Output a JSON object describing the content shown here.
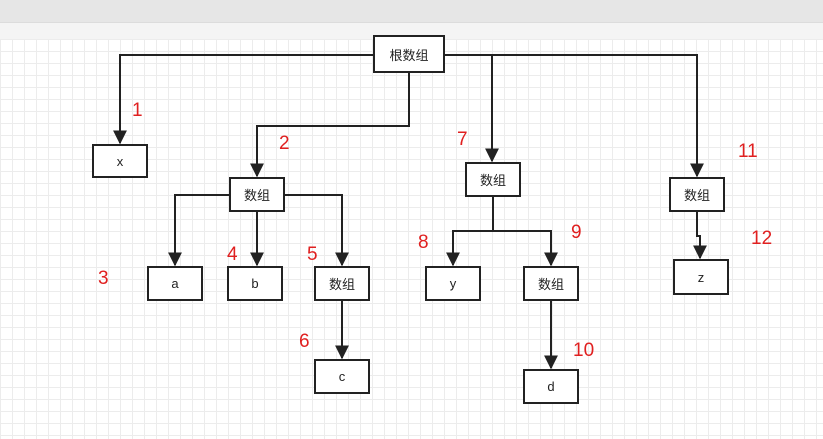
{
  "nodes": {
    "root": "根数组",
    "x": "x",
    "arr2": "数组",
    "a": "a",
    "b": "b",
    "arr5": "数组",
    "c": "c",
    "arr7": "数组",
    "y": "y",
    "arr9": "数组",
    "d": "d",
    "arr11": "数组",
    "z": "z"
  },
  "step_numbers": [
    "1",
    "2",
    "3",
    "4",
    "5",
    "6",
    "7",
    "8",
    "9",
    "10",
    "11",
    "12"
  ],
  "colors": {
    "number": "#e02020",
    "stroke": "#222222"
  }
}
